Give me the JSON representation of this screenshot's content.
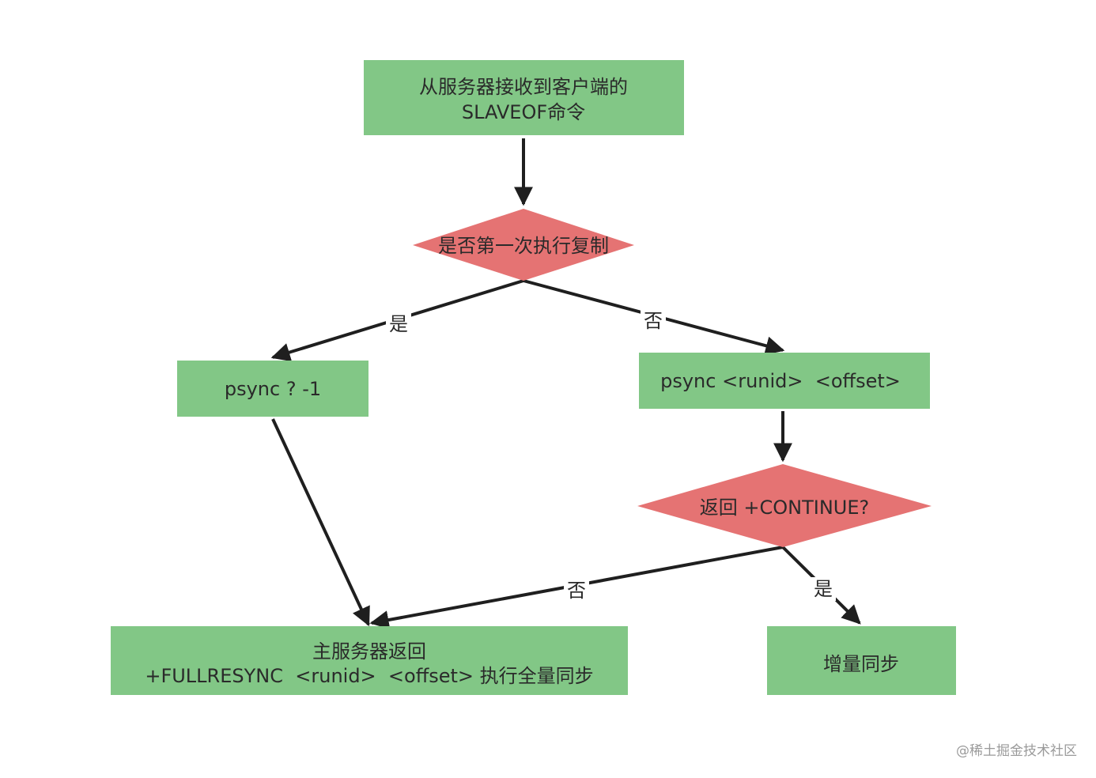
{
  "colors": {
    "process_fill": "#82c786",
    "decision_fill": "#e57373",
    "edge": "#1f1f1f"
  },
  "nodes": {
    "start": {
      "line1": "从服务器接收到客户端的",
      "line2": "SLAVEOF命令"
    },
    "first_time": {
      "label": "是否第一次执行复制"
    },
    "psync_full": {
      "label": "psync ? -1"
    },
    "psync_partial": {
      "label": "psync <runid>  <offset>"
    },
    "continue_check": {
      "label": "返回 +CONTINUE?"
    },
    "full_resync": {
      "line1": "主服务器返回",
      "line2": "+FULLRESYNC  <runid>  <offset> 执行全量同步"
    },
    "incremental": {
      "label": "增量同步"
    }
  },
  "edges": {
    "first_yes": "是",
    "first_no": "否",
    "continue_no": "否",
    "continue_yes": "是"
  },
  "watermark": "@稀土掘金技术社区"
}
